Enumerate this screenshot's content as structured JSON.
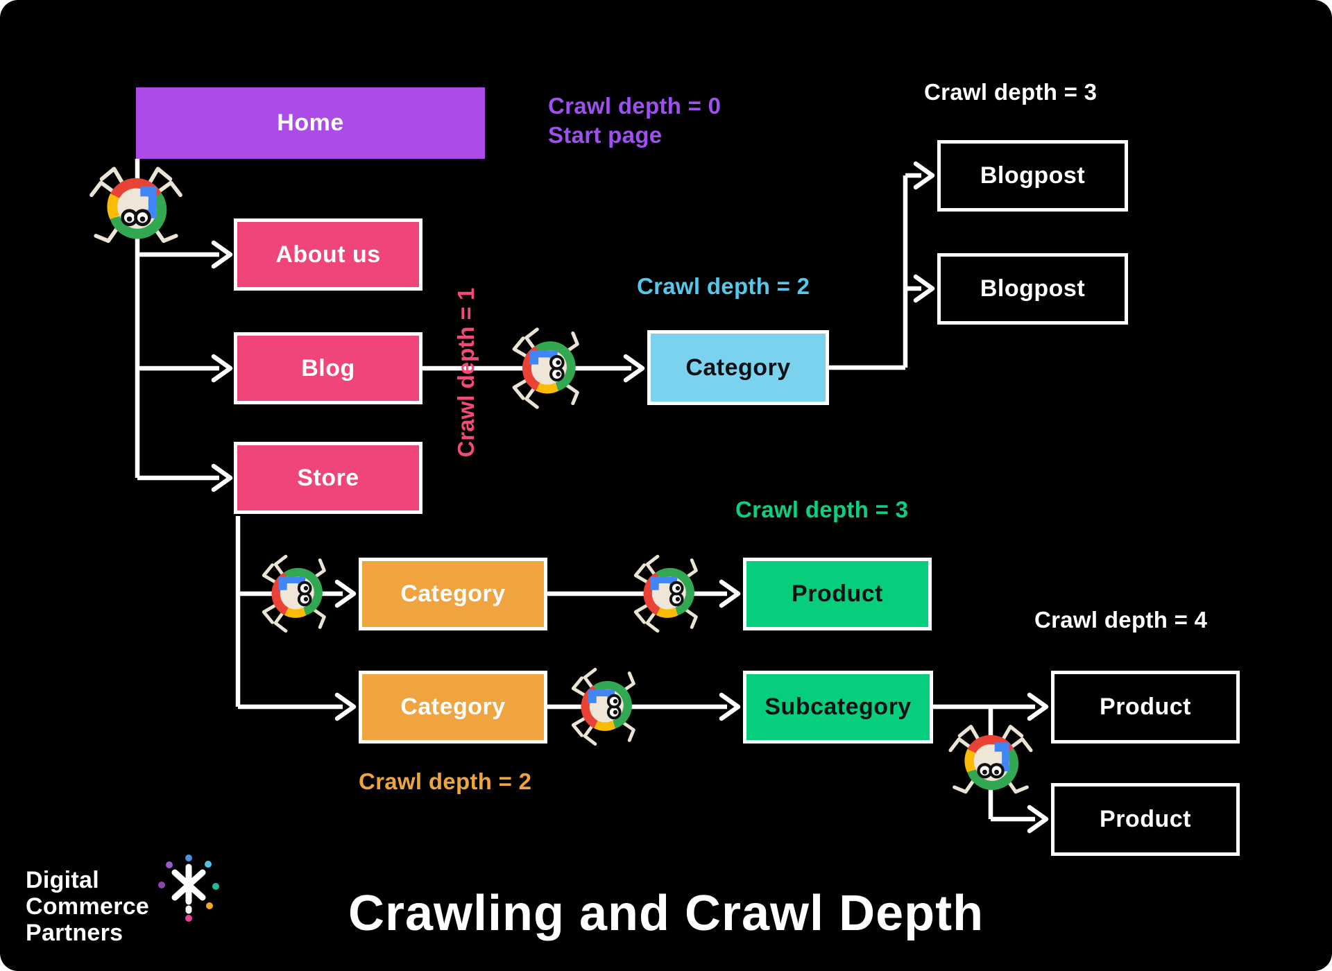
{
  "background": "#000000",
  "colors": {
    "bg": "#000000",
    "white": "#ffffff",
    "purple_box": "#AC4BE6",
    "purple_text": "#A04FF0",
    "pink": "#F04578",
    "pink_text": "#F24B78",
    "blue_box": "#7BD2EE",
    "cyan_text": "#55C8EC",
    "orange_box": "#F0A440",
    "orange_text": "#F0A43C",
    "green_box": "#06CE7D",
    "green_text": "#0BD081",
    "dark_text": "#0E1116",
    "leg": "#EBE3D3"
  },
  "nodes": {
    "home": "Home",
    "about_us": "About us",
    "blog": "Blog",
    "store": "Store",
    "blog_category": "Category",
    "blogpost_top": "Blogpost",
    "blogpost_bottom": "Blogpost",
    "store_category_top": "Category",
    "store_category_bottom": "Category",
    "product_depth3": "Product",
    "subcategory": "Subcategory",
    "product_depth4_top": "Product",
    "product_depth4_bottom": "Product"
  },
  "annotations": {
    "depth0_line1": "Crawl depth = 0",
    "depth0_line2": "Start page",
    "depth1": "Crawl depth = 1",
    "depth2_blog": "Crawl depth = 2",
    "depth3_blog": "Crawl depth = 3",
    "depth3_store": "Crawl depth = 3",
    "depth2_store": "Crawl depth = 2",
    "depth4": "Crawl depth = 4"
  },
  "icons": {
    "spider": "google-crawler-spider-icon",
    "logo_mark": "dcp-asterisk-icon"
  },
  "footer": {
    "logo_line1": "Digital",
    "logo_line2": "Commerce",
    "logo_line3": "Partners",
    "title": "Crawling and Crawl Depth"
  }
}
